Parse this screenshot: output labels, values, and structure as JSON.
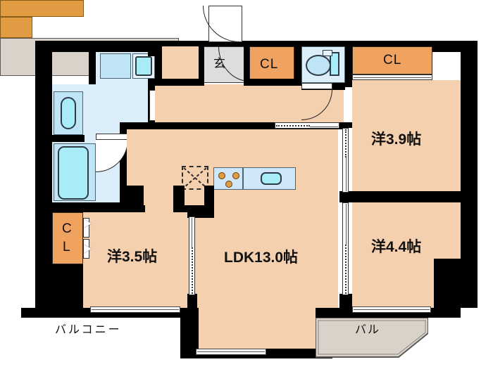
{
  "plan": {
    "title": "間取図",
    "unit_suffix": "帖",
    "colors": {
      "wall": "#000000",
      "floor": "#f5d0ae",
      "closet": "#f0a261",
      "wet_area": "#ddeefb",
      "water_fixture": "#a8ecf7",
      "balcony": "#d9d2c9",
      "counter": "#e09b43",
      "genkan": "#dddddd"
    }
  },
  "rooms": {
    "ldk": {
      "label": "LDK13.0帖",
      "name": "LDK",
      "size": "13.0"
    },
    "washitsu_a": {
      "label": "洋3.5帖",
      "name": "洋室",
      "size": "3.5"
    },
    "washitsu_b": {
      "label": "洋3.9帖",
      "name": "洋室",
      "size": "3.9"
    },
    "washitsu_c": {
      "label": "洋4.4帖",
      "name": "洋室",
      "size": "4.4"
    }
  },
  "closets": {
    "entry_cl": {
      "label": "CL"
    },
    "bedroom_cl": {
      "label": "CL"
    },
    "west_cl_line1": "C",
    "west_cl_line2": "L"
  },
  "entrance": {
    "label": "玄"
  },
  "balconies": {
    "main": {
      "label": "バルコニー"
    },
    "small": {
      "label": "バル"
    }
  },
  "fixtures": {
    "bathtub": "bathtub-icon",
    "washbasin": "washbasin-icon",
    "washing_machine": "washing-machine-icon",
    "toilet": "toilet-icon",
    "sink": "kitchen-sink-icon",
    "stove": "gas-stove-icon",
    "refrigerator": "refrigerator-space-icon"
  }
}
